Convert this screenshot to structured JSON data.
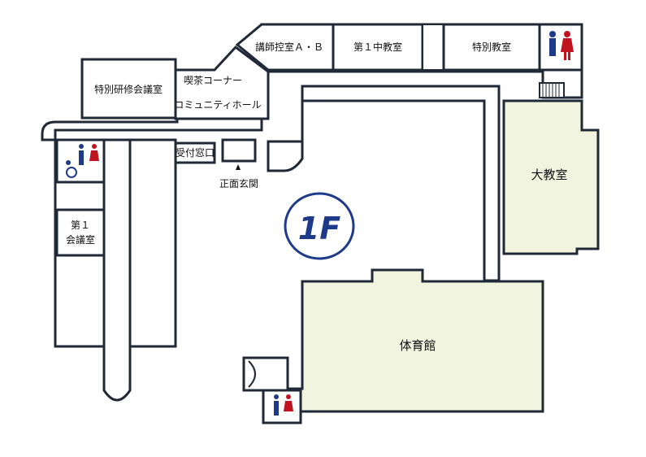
{
  "floor_badge": {
    "text": "1F",
    "color": "#1e3a8a"
  },
  "colors": {
    "male": "#1e3a8a",
    "female": "#c1121f",
    "accessible": "#1e3a8a",
    "green_room": "#f1f5df"
  },
  "rooms": {
    "special_training": "特別研修会議室",
    "tea_corner": "喫茶コーナー",
    "community_hall": "コミュニティホール",
    "lecturer_room": "講師控室Ａ・Ｂ",
    "middle_classroom_1": "第１中教室",
    "special_classroom": "特別教室",
    "reception": "受付窓口",
    "main_entrance": "正面玄関",
    "meeting_room_1_line1": "第１",
    "meeting_room_1_line2": "会議室",
    "big_classroom": "大教室",
    "gymnasium": "体育館"
  },
  "icons": [
    "restroom-icon",
    "accessible-restroom-icon",
    "entrance-arrow-icon",
    "stairs"
  ]
}
